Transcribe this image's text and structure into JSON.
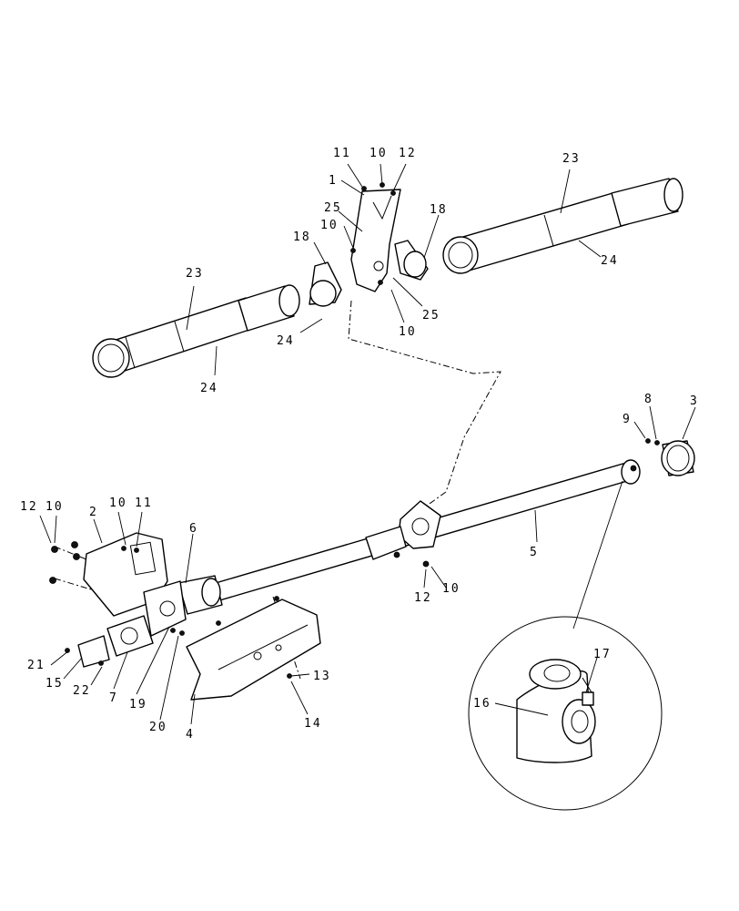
{
  "callouts": [
    {
      "id": "c11a",
      "text": "11"
    },
    {
      "id": "c10a",
      "text": "10"
    },
    {
      "id": "c12a",
      "text": "12"
    },
    {
      "id": "c1",
      "text": "1"
    },
    {
      "id": "c25a",
      "text": "25"
    },
    {
      "id": "c10b",
      "text": "10"
    },
    {
      "id": "c18a",
      "text": "18"
    },
    {
      "id": "c18b",
      "text": "18"
    },
    {
      "id": "c23a",
      "text": "23"
    },
    {
      "id": "c23b",
      "text": "23"
    },
    {
      "id": "c24a",
      "text": "24"
    },
    {
      "id": "c24b",
      "text": "24"
    },
    {
      "id": "c24c",
      "text": "24"
    },
    {
      "id": "c25b",
      "text": "25"
    },
    {
      "id": "c10c",
      "text": "10"
    },
    {
      "id": "c9",
      "text": "9"
    },
    {
      "id": "c8",
      "text": "8"
    },
    {
      "id": "c3",
      "text": "3"
    },
    {
      "id": "c5",
      "text": "5"
    },
    {
      "id": "c12b",
      "text": "12"
    },
    {
      "id": "c10d",
      "text": "10"
    },
    {
      "id": "c12c",
      "text": "12"
    },
    {
      "id": "c10e",
      "text": "10"
    },
    {
      "id": "c2",
      "text": "2"
    },
    {
      "id": "c10f",
      "text": "10"
    },
    {
      "id": "c11b",
      "text": "11"
    },
    {
      "id": "c6",
      "text": "6"
    },
    {
      "id": "c21",
      "text": "21"
    },
    {
      "id": "c15",
      "text": "15"
    },
    {
      "id": "c22",
      "text": "22"
    },
    {
      "id": "c7",
      "text": "7"
    },
    {
      "id": "c19",
      "text": "19"
    },
    {
      "id": "c20",
      "text": "20"
    },
    {
      "id": "c4",
      "text": "4"
    },
    {
      "id": "c13",
      "text": "13"
    },
    {
      "id": "c14",
      "text": "14"
    },
    {
      "id": "c16",
      "text": "16"
    },
    {
      "id": "c17",
      "text": "17"
    }
  ]
}
